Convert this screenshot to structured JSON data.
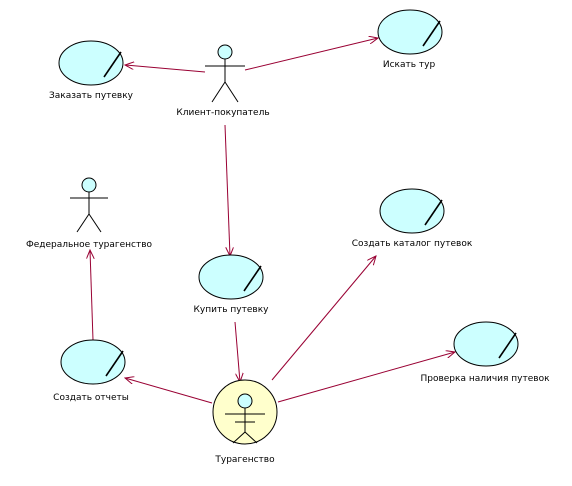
{
  "diagram": {
    "type": "uml-use-case",
    "actors": {
      "client": "Клиент-покупатель",
      "federal_agency": "Федеральное турагенство"
    },
    "business_worker": "Турагенство",
    "use_cases": {
      "order_voucher": "Заказать путевку",
      "search_tour": "Искать тур",
      "buy_voucher": "Купить путевку",
      "create_catalog": "Создать каталог путевок",
      "create_reports": "Создать отчеты",
      "check_availability": "Проверка наличия путевок"
    },
    "colors": {
      "use_case_fill": "#ccffff",
      "worker_fill": "#ffffcc",
      "line": "#990033",
      "outline": "#000000"
    }
  }
}
